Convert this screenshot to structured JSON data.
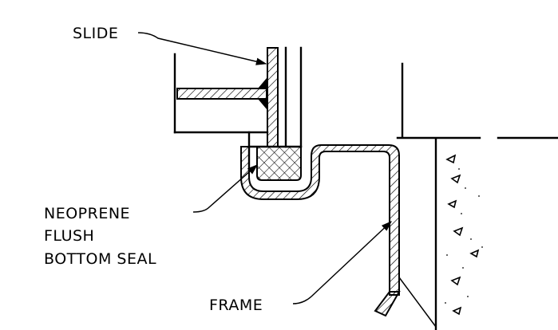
{
  "labels": {
    "slide": "SLIDE",
    "seal_line1": "NEOPRENE",
    "seal_line2": "FLUSH",
    "seal_line3": "BOTTOM SEAL",
    "frame": "FRAME"
  },
  "colors": {
    "line": "#000000",
    "background": "#ffffff"
  }
}
